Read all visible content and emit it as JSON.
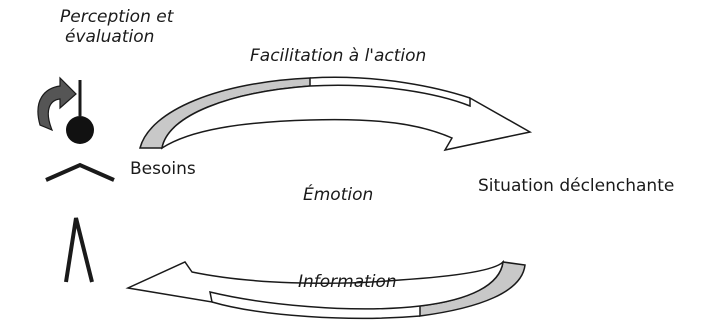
{
  "labels": {
    "perception_line1": "Perception et",
    "perception_line2": "évaluation",
    "facilitation": "Facilitation à l'action",
    "besoins": "Besoins",
    "emotion": "Émotion",
    "situation": "Situation déclenchante",
    "information": "Information"
  },
  "colors": {
    "arrow_fill": "#c8c8c8",
    "stroke": "#1a1a1a",
    "figure_head": "#111111",
    "small_arrow": "#555555"
  },
  "icons": {
    "figure": "stick-figure-icon",
    "loop_arrow": "curved-loop-arrow-icon"
  }
}
